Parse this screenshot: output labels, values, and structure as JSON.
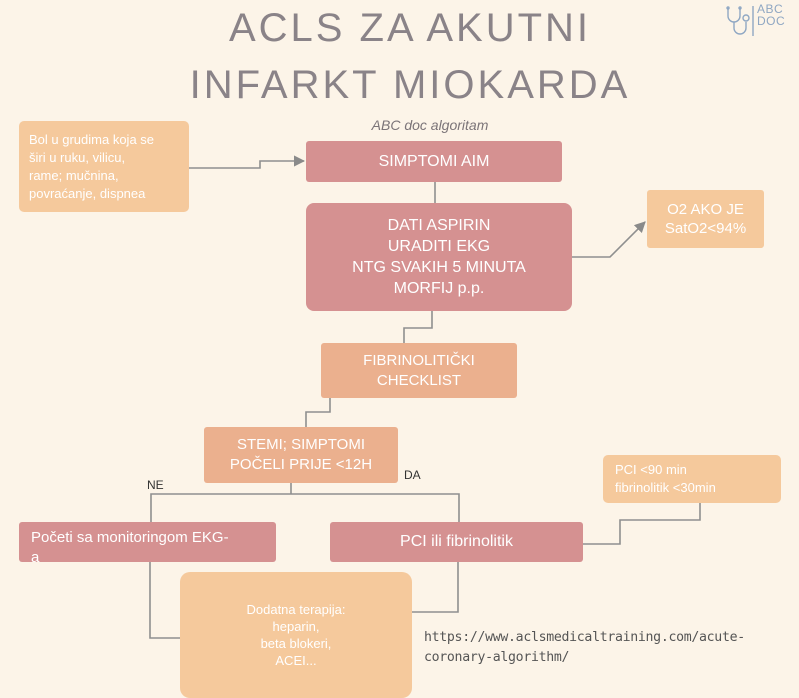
{
  "title": {
    "line1": "ACLS ZA AKUTNI",
    "line2": "INFARKT MIOKARDA"
  },
  "subtitle": "ABC doc algoritam",
  "logo": {
    "icon": "stethoscope-icon",
    "text_line1": "ABC",
    "text_line2": "DOC"
  },
  "nodes": {
    "symptoms_note": "Bol u grudima koja se\nširi u ruku, vilicu,\nrame; mučnina,\npovraćanje, dispnea",
    "simptomi": "SIMPTOMI AIM",
    "dati": "DATI ASPIRIN\nURADITI EKG\nNTG SVAKIH 5 MINUTA\nMORFIJ p.p.",
    "o2": "O2 AKO JE\nSatO2<94%",
    "fibrinoliticki": "FIBRINOLITIČKI\nCHECKLIST",
    "stemi": "STEMI; SIMPTOMI\nPOČELI PRIJE <12H",
    "poceti": "Početi sa monitoringom EKG-\na",
    "pci": "PCI ili fibrinolitik",
    "pci_times": "PCI <90 min\nfibrinolitik <30min",
    "dodatna": "Dodatna terapija:\nheparin,\nbeta blokeri,\nACEI..."
  },
  "branch_labels": {
    "no": "NE",
    "yes": "DA"
  },
  "source_url": "https://www.aclsmedicaltraining.com/acute-coronary-algorithm/",
  "colors": {
    "rose": "#d59191",
    "peach": "#f5c99c",
    "salmon": "#ebb08e",
    "title": "#8a8388",
    "line": "#7f7f7f"
  }
}
